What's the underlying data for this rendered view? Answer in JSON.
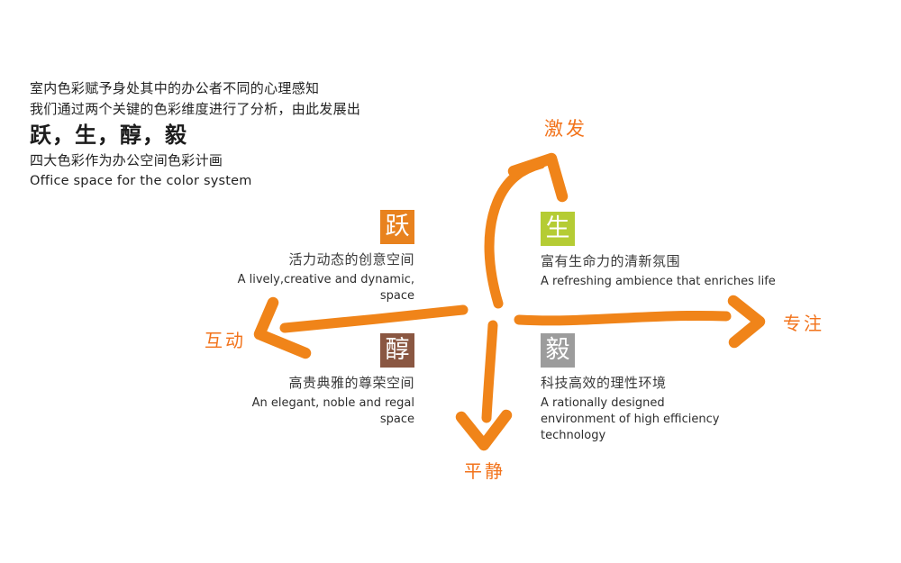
{
  "intro": {
    "line1": "室内色彩赋予身处其中的办公者不同的心理感知",
    "line2": "我们通过两个关键的色彩维度进行了分析，由此发展出",
    "heading": "跃，生，醇，毅",
    "line4": "四大色彩作为办公空间色彩计画",
    "line5": "Office space for the color system"
  },
  "axes": {
    "arrow_color": "#f08419",
    "label_color": "#f2731b",
    "top_label": "激发",
    "bottom_label": "平静",
    "left_label": "互动",
    "right_label": "专注"
  },
  "quadrants": {
    "top_left": {
      "char": "跃",
      "box_color": "#e8821e",
      "zh": "活力动态的创意空间",
      "en": "A lively,creative and dynamic, space"
    },
    "top_right": {
      "char": "生",
      "box_color": "#b5cc34",
      "zh": "富有生命力的清新氛围",
      "en": "A refreshing ambience that enriches life"
    },
    "bottom_left": {
      "char": "醇",
      "box_color": "#8a5742",
      "zh": "高贵典雅的尊荣空间",
      "en": "An elegant, noble and regal space"
    },
    "bottom_right": {
      "char": "毅",
      "box_color": "#9c9c9c",
      "zh": "科技高效的理性环境",
      "en": "A rationally designed environment of high efficiency technology"
    }
  }
}
